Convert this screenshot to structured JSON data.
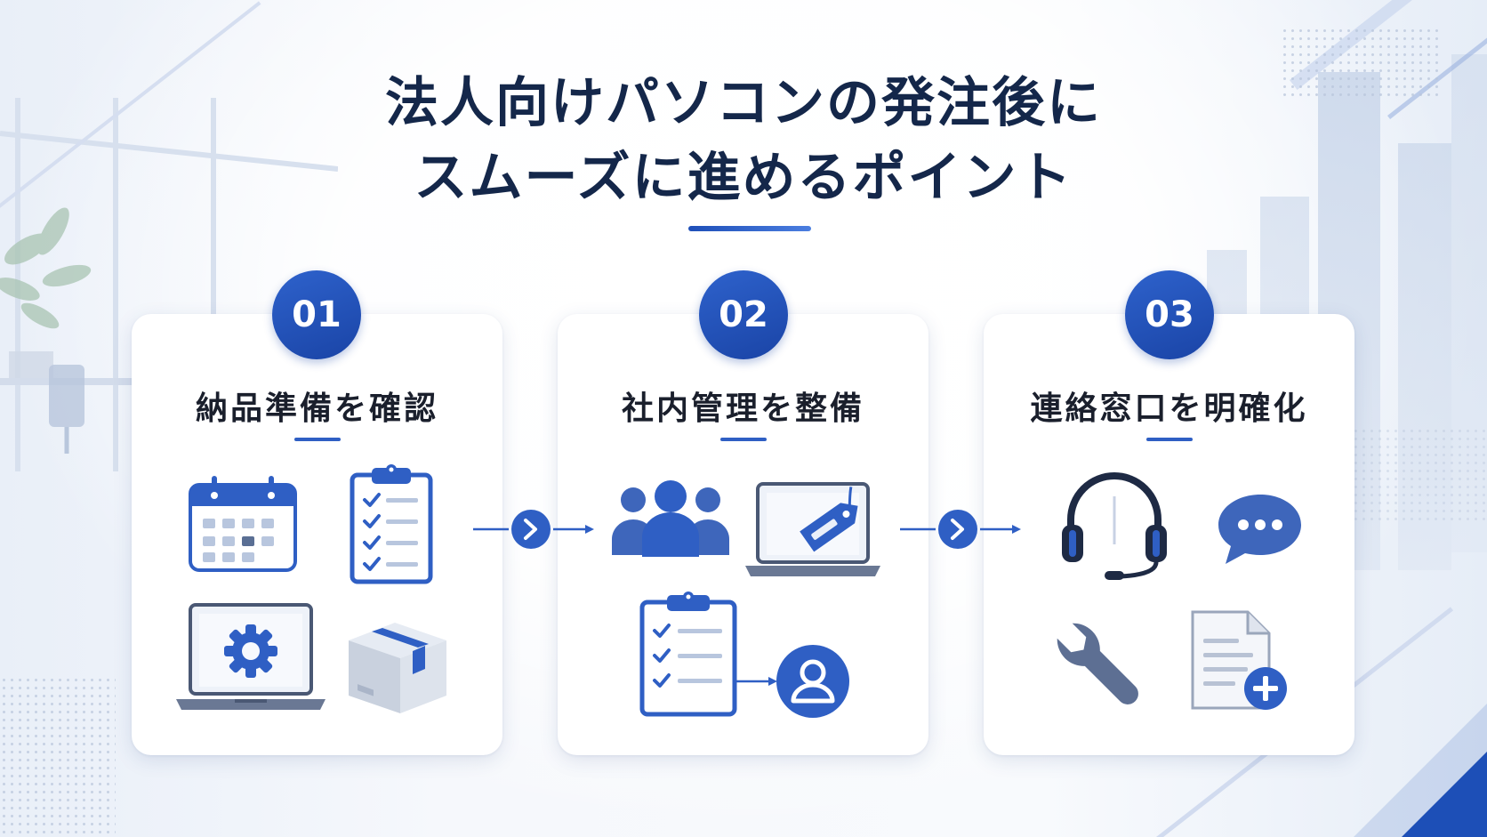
{
  "title": {
    "line1": "法人向けパソコンの発注後に",
    "line2": "スムーズに進めるポイント"
  },
  "colors": {
    "accent": "#1e4fb8",
    "icon_blue": "#2f5fc4",
    "title_navy": "#14274a",
    "card_bg": "#ffffff"
  },
  "steps": [
    {
      "number": "01",
      "title": "納品準備を確認",
      "icons": [
        "calendar-icon",
        "checklist-clipboard-icon",
        "laptop-gear-icon",
        "cardboard-box-icon"
      ]
    },
    {
      "number": "02",
      "title": "社内管理を整備",
      "icons": [
        "people-group-icon",
        "laptop-tag-icon",
        "checklist-clipboard-icon",
        "user-avatar-icon"
      ]
    },
    {
      "number": "03",
      "title": "連絡窓口を明確化",
      "icons": [
        "headset-icon",
        "chat-bubble-icon",
        "wrench-icon",
        "document-add-icon"
      ]
    }
  ],
  "connectors": [
    "chevron-right-icon",
    "chevron-right-icon"
  ]
}
